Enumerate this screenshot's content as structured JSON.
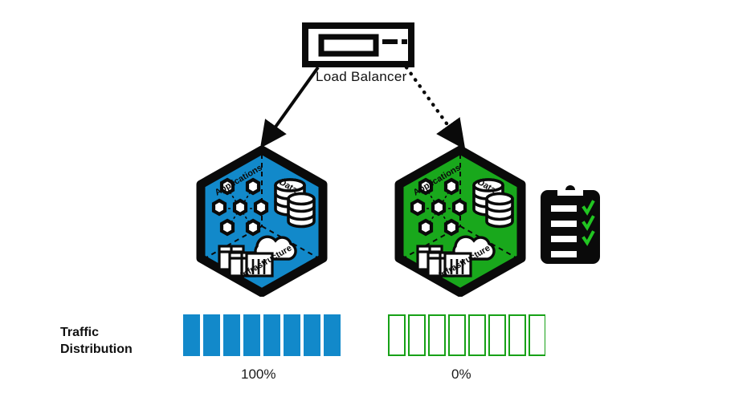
{
  "diagram": {
    "title": "Load Balancer Traffic Distribution",
    "load_balancer": {
      "label": "Load Balancer",
      "icon": "server-rack-icon"
    },
    "connections": [
      {
        "name": "active-connection",
        "style": "solid",
        "target": "stack-primary"
      },
      {
        "name": "standby-connection",
        "style": "dotted",
        "target": "stack-secondary"
      }
    ],
    "stacks": [
      {
        "id": "stack-primary",
        "color": "#1289CA",
        "sections": [
          {
            "name": "applications",
            "label": "Applications",
            "icon": "hexagon-mesh-icon"
          },
          {
            "name": "data",
            "label": "Data",
            "icon": "database-stack-icon"
          },
          {
            "name": "infrastructure",
            "label": "Infrastructure",
            "icon": "containers-cloud-icon"
          }
        ]
      },
      {
        "id": "stack-secondary",
        "color": "#19A81C",
        "sections": [
          {
            "name": "applications",
            "label": "Applications",
            "icon": "hexagon-mesh-icon"
          },
          {
            "name": "data",
            "label": "Data",
            "icon": "database-stack-icon"
          },
          {
            "name": "infrastructure",
            "label": "Infrastructure",
            "icon": "containers-cloud-icon"
          }
        ]
      }
    ],
    "checklist": {
      "name": "validation-clipboard",
      "icon": "clipboard-icon",
      "items": 4,
      "checked": 3,
      "check_color": "#21C521",
      "line_color": "#ffffff",
      "body_color": "#0a0a0a"
    },
    "traffic": {
      "label_line1": "Traffic",
      "label_line2": "Distribution",
      "groups": [
        {
          "name": "traffic-bars-primary",
          "percent": "100%",
          "bar_count": 8,
          "filled": true,
          "color": "#1289CA"
        },
        {
          "name": "traffic-bars-secondary",
          "percent": "0%",
          "bar_count": 8,
          "filled": false,
          "color": "#17A117"
        }
      ]
    }
  }
}
